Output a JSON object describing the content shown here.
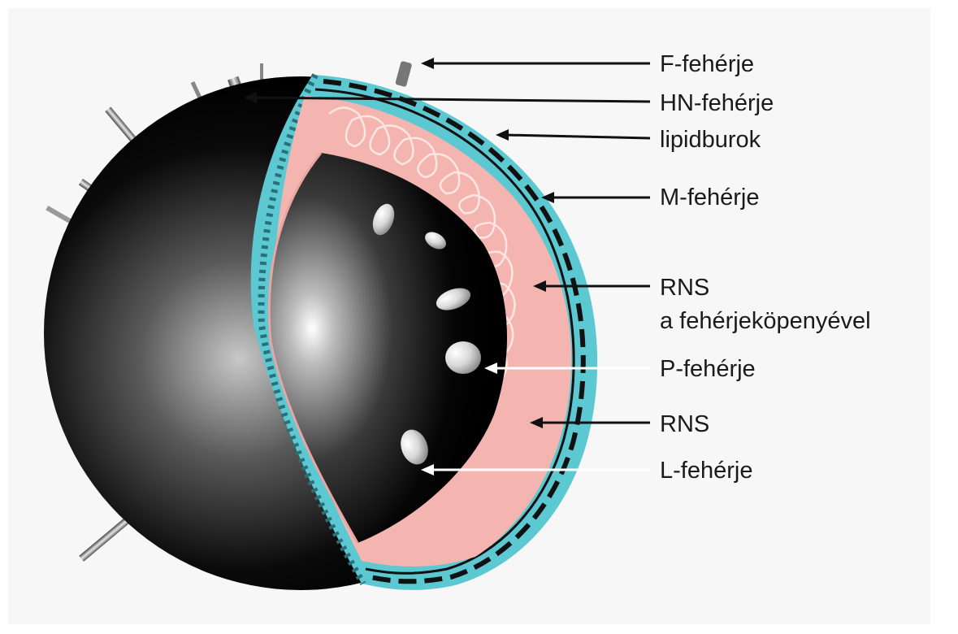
{
  "labels": {
    "f_protein": "F-fehérje",
    "hn_protein": "HN-fehérje",
    "lipid_envelope": "lipidburok",
    "m_protein": "M-fehérje",
    "rna_with_capsid_line1": "RNS",
    "rna_with_capsid_line2": "a fehérjeköpenyével",
    "p_protein": "P-fehérje",
    "rna": "RNS",
    "l_protein": "L-fehérje"
  },
  "colors": {
    "envelope": "#5bc8d2",
    "capsid_layer": "#f4b5b1",
    "rna_coil": "#fbe6e2",
    "virion_body": "#000000",
    "background": "#f7f7f7"
  }
}
